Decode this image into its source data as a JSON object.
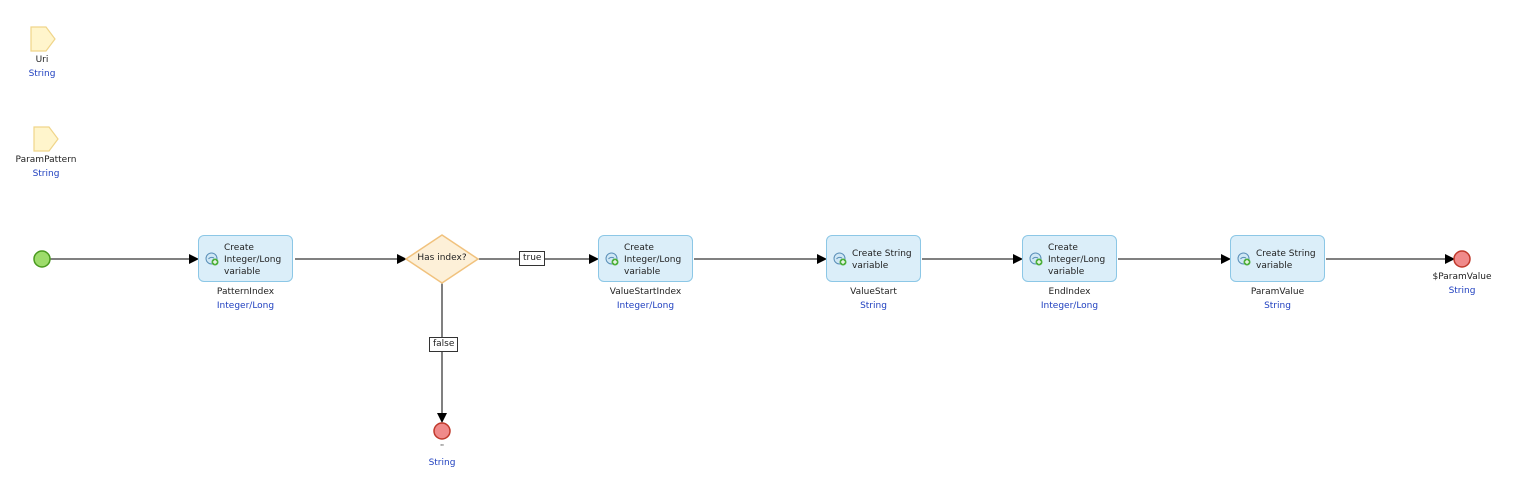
{
  "parameters": [
    {
      "name": "Uri",
      "type": "String"
    },
    {
      "name": "ParamPattern",
      "type": "String"
    }
  ],
  "activities": [
    {
      "text": "Create Integer/Long variable",
      "output": "PatternIndex",
      "type": "Integer/Long"
    },
    {
      "text": "Create Integer/Long variable",
      "output": "ValueStartIndex",
      "type": "Integer/Long"
    },
    {
      "text": "Create String variable",
      "output": "ValueStart",
      "type": "String"
    },
    {
      "text": "Create Integer/Long variable",
      "output": "EndIndex",
      "type": "Integer/Long"
    },
    {
      "text": "Create String variable",
      "output": "ParamValue",
      "type": "String"
    }
  ],
  "decision": {
    "text": "Has index?",
    "true_label": "true",
    "false_label": "false"
  },
  "end_events": [
    {
      "value": "$ParamValue",
      "type": "String"
    },
    {
      "value": "''",
      "type": "String"
    }
  ],
  "colors": {
    "start": "#9ddc6b",
    "end": "#f08a8a",
    "activity_fill": "#dbeef9",
    "activity_border": "#8cc7e6",
    "decision_fill": "#fdf0d8",
    "decision_border": "#f1c27d",
    "param_fill": "#fff5cc",
    "param_border": "#f0d58a",
    "type_text": "#1f3fbf"
  },
  "icons": {
    "activity": "create-variable-icon"
  }
}
